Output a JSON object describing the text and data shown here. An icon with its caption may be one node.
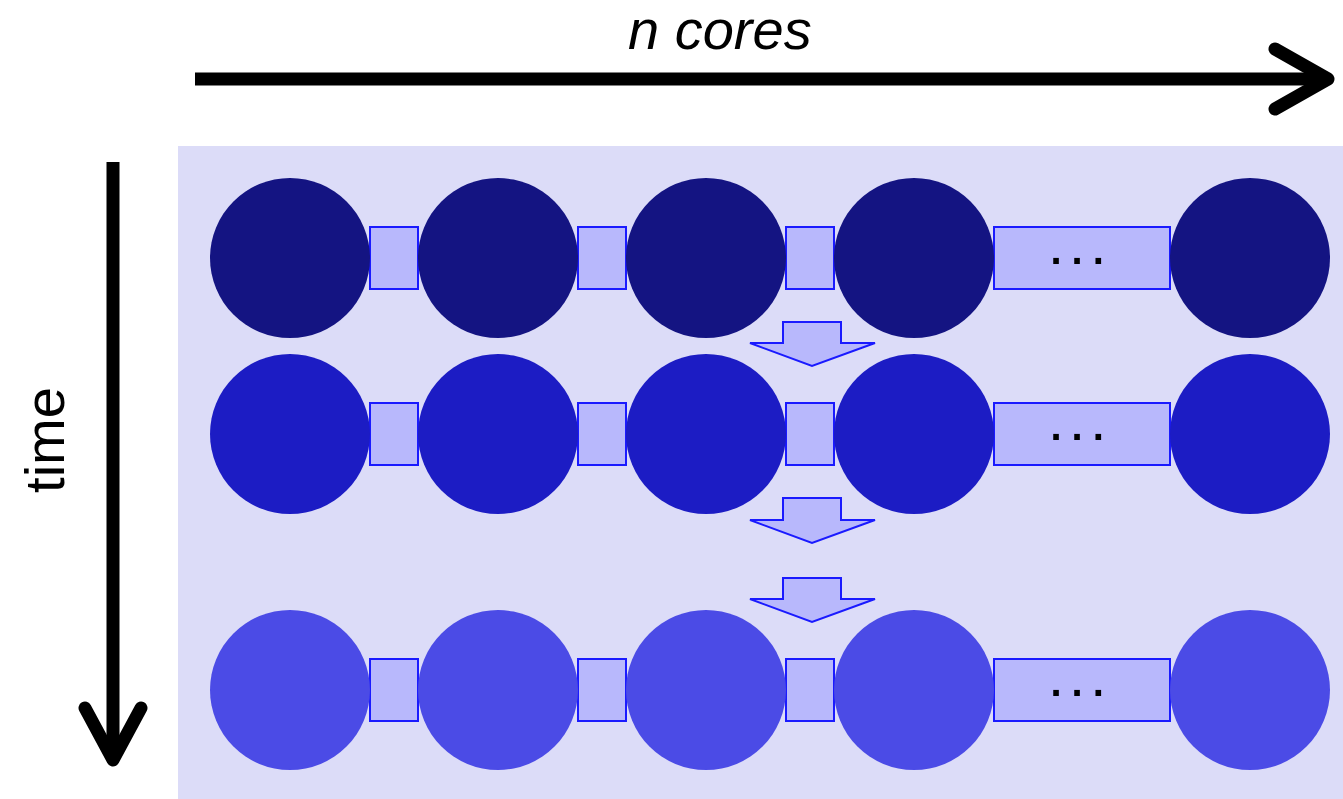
{
  "diagram": {
    "nodes": [
      {
        "text": [],
        "shape": "circle"
      },
      {
        "text": [],
        "shape": "circle"
      },
      {
        "text": [],
        "shape": "circle"
      },
      {
        "text": [],
        "shape": "circle"
      },
      {
        "text": [],
        "shape": "circle"
      },
      {
        "text": [],
        "shape": "circle"
      },
      {
        "text": [],
        "shape": "circle"
      },
      {
        "text": [],
        "shape": "circle"
      },
      {
        "text": [],
        "shape": "circle"
      },
      {
        "text": [],
        "shape": "circle"
      },
      {
        "text": [],
        "shape": "circle"
      },
      {
        "text": [],
        "shape": "circle"
      },
      {
        "text": [],
        "shape": "circle"
      },
      {
        "text": [],
        "shape": "circle"
      },
      {
        "text": [],
        "shape": "circle"
      }
    ],
    "edges": [
      {
        "from": 0,
        "to": 1,
        "arrow": "none"
      },
      {
        "from": 1,
        "to": 2,
        "arrow": "none"
      },
      {
        "from": 2,
        "to": 3,
        "arrow": "none"
      },
      {
        "from": 3,
        "to": 4,
        "arrow": "none",
        "label": "..."
      },
      {
        "from": 5,
        "to": 6,
        "arrow": "none"
      },
      {
        "from": 6,
        "to": 7,
        "arrow": "none"
      },
      {
        "from": 7,
        "to": 8,
        "arrow": "none"
      },
      {
        "from": 8,
        "to": 9,
        "arrow": "none",
        "label": "..."
      },
      {
        "from": 10,
        "to": 11,
        "arrow": "none"
      },
      {
        "from": 11,
        "to": 12,
        "arrow": "none"
      },
      {
        "from": 12,
        "to": 13,
        "arrow": "none"
      },
      {
        "from": 13,
        "to": 14,
        "arrow": "none",
        "label": "..."
      },
      {
        "from": 2,
        "to": 7,
        "arrow": "to"
      },
      {
        "from": 7,
        "to": null,
        "arrow": "to"
      },
      {
        "from": null,
        "to": 12,
        "arrow": "to"
      }
    ],
    "labels": [
      "n cores",
      "time"
    ]
  }
}
